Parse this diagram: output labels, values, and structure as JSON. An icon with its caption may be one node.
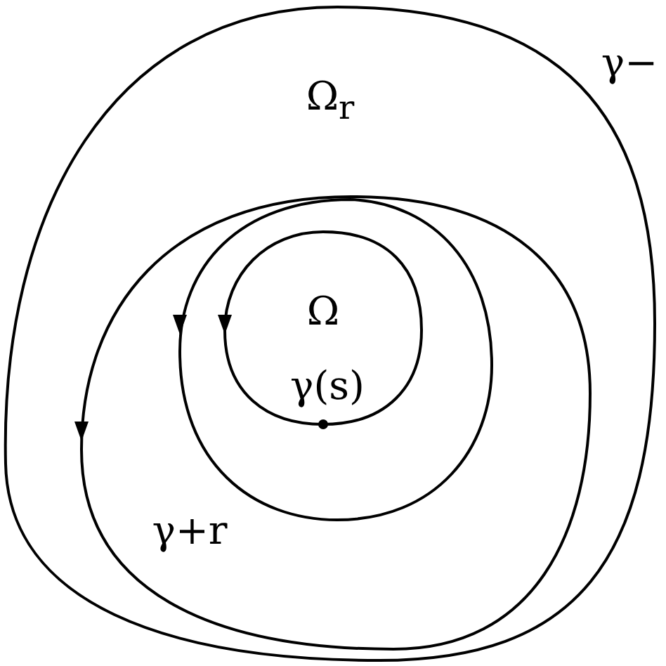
{
  "diagram": {
    "labels": [
      "Ω$_{r}$",
      "γ−",
      "Ω",
      "γ(s)",
      "γ+r"
    ]
  }
}
